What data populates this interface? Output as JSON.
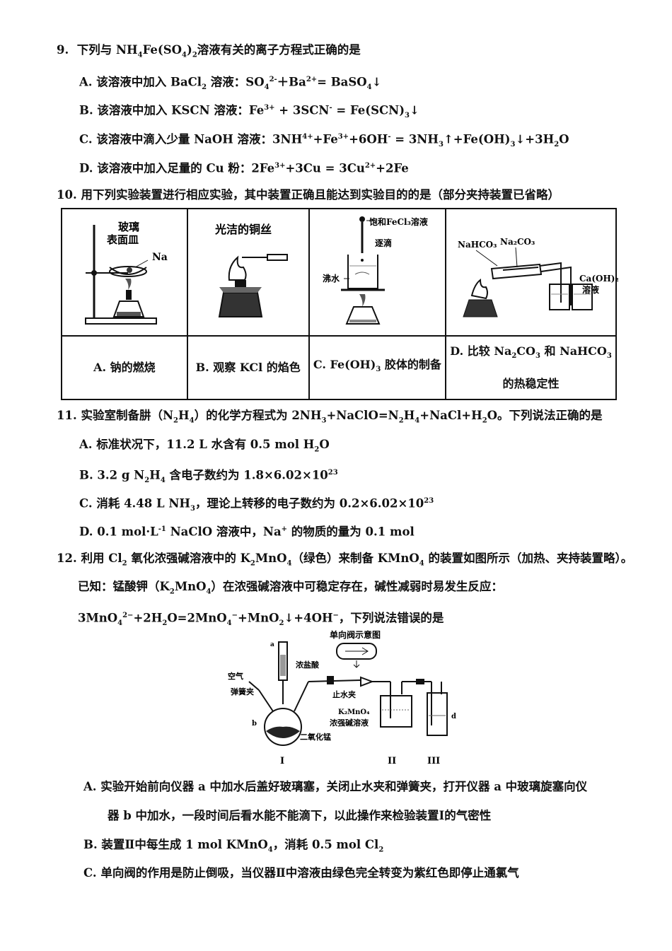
{
  "q9": {
    "stem_num": "9.",
    "stem_a": "下列与 NH",
    "stem_b": "Fe(SO",
    "stem_c": ")",
    "stem_d": "溶液有关的离子方程式正确的是",
    "s4": "4",
    "s2": "2",
    "A": {
      "pre": "A.  该溶液中加入 BaCl",
      "sub2": "2",
      "mid": " 溶液：SO",
      "sub4": "4",
      "sup": "2-",
      "post": "＋Ba",
      "sup2": "2+",
      "end": "= BaSO",
      "end_sub": "4",
      "arrow": "↓"
    },
    "B": {
      "text": "B.  该溶液中加入 KSCN 溶液：Fe",
      "sup": "3+",
      "mid": " + 3SCN",
      "sup2": "-",
      "post": " = Fe(SCN)",
      "sub": "3",
      "arrow": "↓"
    },
    "C": {
      "text": "C.  该溶液中滴入少量 NaOH 溶液：3NH",
      "sub4": "4",
      "sup": "+",
      "mid": "+Fe",
      "sup2": "3+",
      "mid2": "+6OH",
      "sup3": "-",
      "post": " = 3NH",
      "sub3": "3",
      "mid3": "↑+Fe(OH)",
      "sub3b": "3",
      "end": "↓+3H",
      "sub2": "2",
      "tail": "O"
    },
    "D": {
      "text": "D.  该溶液中加入足量的 Cu 粉：2Fe",
      "sup": "3+",
      "mid": "+3Cu = 3Cu",
      "sup2": "2+",
      "post": "+2Fe"
    }
  },
  "q10": {
    "stem": "10.  用下列实验装置进行相应实验，其中装置正确且能达到实验目的的是（部分夹持装置已省略）",
    "fig_a": {
      "l1": "玻璃",
      "l2": "表面皿",
      "l3": "Na"
    },
    "fig_b": {
      "l1": "光洁的铜丝"
    },
    "fig_c": {
      "l1": "饱和FeCl₃溶液",
      "l2": "逐滴",
      "l3": "沸水"
    },
    "fig_d": {
      "l1": "NaHCO₃",
      "l2": "Na₂CO₃",
      "l3": "Ca(OH)₂",
      "l4": "溶液"
    },
    "cap_a": "A.  钠的燃烧",
    "cap_b": "B.  观察 KCl 的焰色",
    "cap_c_pre": "C.  Fe(OH)",
    "cap_c_sub": "3",
    "cap_c_post": " 胶体的制备",
    "cap_d1_pre": "D.  比较 Na",
    "cap_d1_s1": "2",
    "cap_d1_mid": "CO",
    "cap_d1_s2": "3",
    "cap_d1_mid2": " 和 NaHCO",
    "cap_d1_s3": "3",
    "cap_d2": "的热稳定性"
  },
  "q11": {
    "stem_pre": "11.  实验室制备肼（N",
    "s2": "2",
    "mid1": "H",
    "s4": "4",
    "mid2": "）的化学方程式为 2NH",
    "s3": "3",
    "mid3": "+NaClO=N",
    "s2b": "2",
    "mid4": "H",
    "s4b": "4",
    "mid5": "+NaCl+H",
    "s2c": "2",
    "post": "O。下列说法正确的是",
    "A_pre": "A.  标准状况下，11.2 L 水含有 0.5 mol H",
    "A_sub": "2",
    "A_post": "O",
    "B_pre": "B.  3.2 g N",
    "B_s1": "2",
    "B_mid": "H",
    "B_s2": "4",
    "B_post": " 含电子数约为 1.8×6.02×10",
    "B_sup": "23",
    "C_pre": "C.  消耗 4.48 L NH",
    "C_sub": "3",
    "C_post": "，理论上转移的电子数约为 0.2×6.02×10",
    "C_sup": "23",
    "D_pre": "D.  0.1 mol·L",
    "D_sup": "-1",
    "D_mid": " NaClO 溶液中，Na",
    "D_sup2": "+",
    "D_post": " 的物质的量为 0.1 mol"
  },
  "q12": {
    "l1_pre": "12.  利用 Cl",
    "l1_s1": "2",
    "l1_mid": " 氧化浓强碱溶液中的 K",
    "l1_s2": "2",
    "l1_mid2": "MnO",
    "l1_s3": "4",
    "l1_mid3": "（绿色）来制备 KMnO",
    "l1_s4": "4",
    "l1_post": " 的装置如图所示（加热、夹持装置略）。",
    "l2_pre": "已知：锰酸钾（K",
    "l2_s1": "2",
    "l2_mid": "MnO",
    "l2_s2": "4",
    "l2_post": "）在浓强碱溶液中可稳定存在，碱性减弱时易发生反应：",
    "l3_a": "3MnO",
    "l3_s1": "4",
    "l3_sup1": "2−",
    "l3_b": "+2H",
    "l3_s2": "2",
    "l3_c": "O=2MnO",
    "l3_s3": "4",
    "l3_sup2": "−",
    "l3_d": "+MnO",
    "l3_s4": "2",
    "l3_e": "↓+4OH",
    "l3_sup3": "−",
    "l3_f": "，下列说法错误的是",
    "fig": {
      "valve": "单向阀示意图",
      "air": "空气",
      "spring": "弹簧夹",
      "acid": "浓盐酸",
      "stop": "止水夹",
      "mno2": "二氧化锰",
      "k2": "K₂MnO₄",
      "alkali": "浓强碱溶液",
      "a": "a",
      "b": "b",
      "d": "d",
      "r1": "I",
      "r2": "II",
      "r3": "III"
    },
    "A1": "A.   实验开始前向仪器 a 中加水后盖好玻璃塞，关闭止水夹和弹簧夹，打开仪器 a 中玻璃旋塞向仪",
    "A2": "器 b 中加水，一段时间后看水能不能滴下，以此操作来检验装置Ⅰ的气密性",
    "B_pre": "B.   装置Ⅱ中每生成 1 mol KMnO",
    "B_s1": "4",
    "B_mid": "，消耗 0.5 mol Cl",
    "B_s2": "2",
    "C": "C.   单向阀的作用是防止倒吸，当仪器Ⅱ中溶液由绿色完全转变为紫红色即停止通氯气"
  }
}
